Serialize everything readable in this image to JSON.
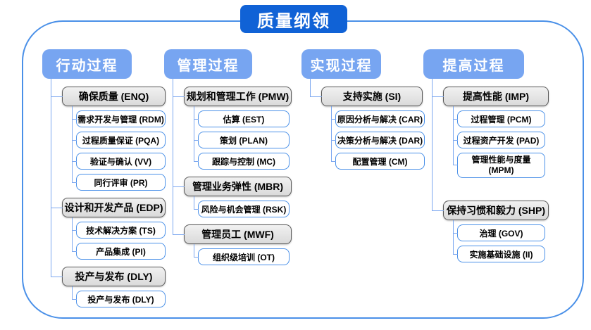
{
  "title": "质量纲领",
  "colors": {
    "title_bg": "#1062d6",
    "header_bg": "#77a5f1",
    "parent_box_bg": "#e3e3e3",
    "parent_box_border": "#595959",
    "child_box_border": "#4a90e8",
    "connector_line": "#7ba7f0",
    "outer_border": "#4a90e8"
  },
  "columns": [
    {
      "header": "行动过程",
      "sections": [
        {
          "parent": "确保质量 (ENQ)",
          "children": [
            "需求开发与管理 (RDM)",
            "过程质量保证 (PQA)",
            "验证与确认 (VV)",
            "同行评审 (PR)"
          ]
        },
        {
          "parent": "设计和开发产品 (EDP)",
          "children": [
            "技术解决方案 (TS)",
            "产品集成 (PI)"
          ]
        },
        {
          "parent": "投产与发布 (DLY)",
          "children": [
            "投产与发布 (DLY)"
          ]
        }
      ]
    },
    {
      "header": "管理过程",
      "sections": [
        {
          "parent": "规划和管理工作 (PMW)",
          "children": [
            "估算 (EST)",
            "策划 (PLAN)",
            "跟踪与控制 (MC)"
          ]
        },
        {
          "parent": "管理业务弹性 (MBR)",
          "children": [
            "风险与机会管理 (RSK)"
          ]
        },
        {
          "parent": "管理员工 (MWF)",
          "children": [
            "组织级培训 (OT)"
          ]
        }
      ]
    },
    {
      "header": "实现过程",
      "sections": [
        {
          "parent": "支持实施 (SI)",
          "children": [
            "原因分析与解决 (CAR)",
            "决策分析与解决 (DAR)",
            "配置管理 (CM)"
          ]
        }
      ]
    },
    {
      "header": "提高过程",
      "sections": [
        {
          "parent": "提高性能 (IMP)",
          "children": [
            "过程管理 (PCM)",
            "过程资产开发 (PAD)",
            "管理性能与度量 (MPM)"
          ]
        },
        {
          "parent": "保持习惯和毅力 (SHP)",
          "children": [
            "治理 (GOV)",
            "实施基础设施 (II)"
          ]
        }
      ]
    }
  ]
}
